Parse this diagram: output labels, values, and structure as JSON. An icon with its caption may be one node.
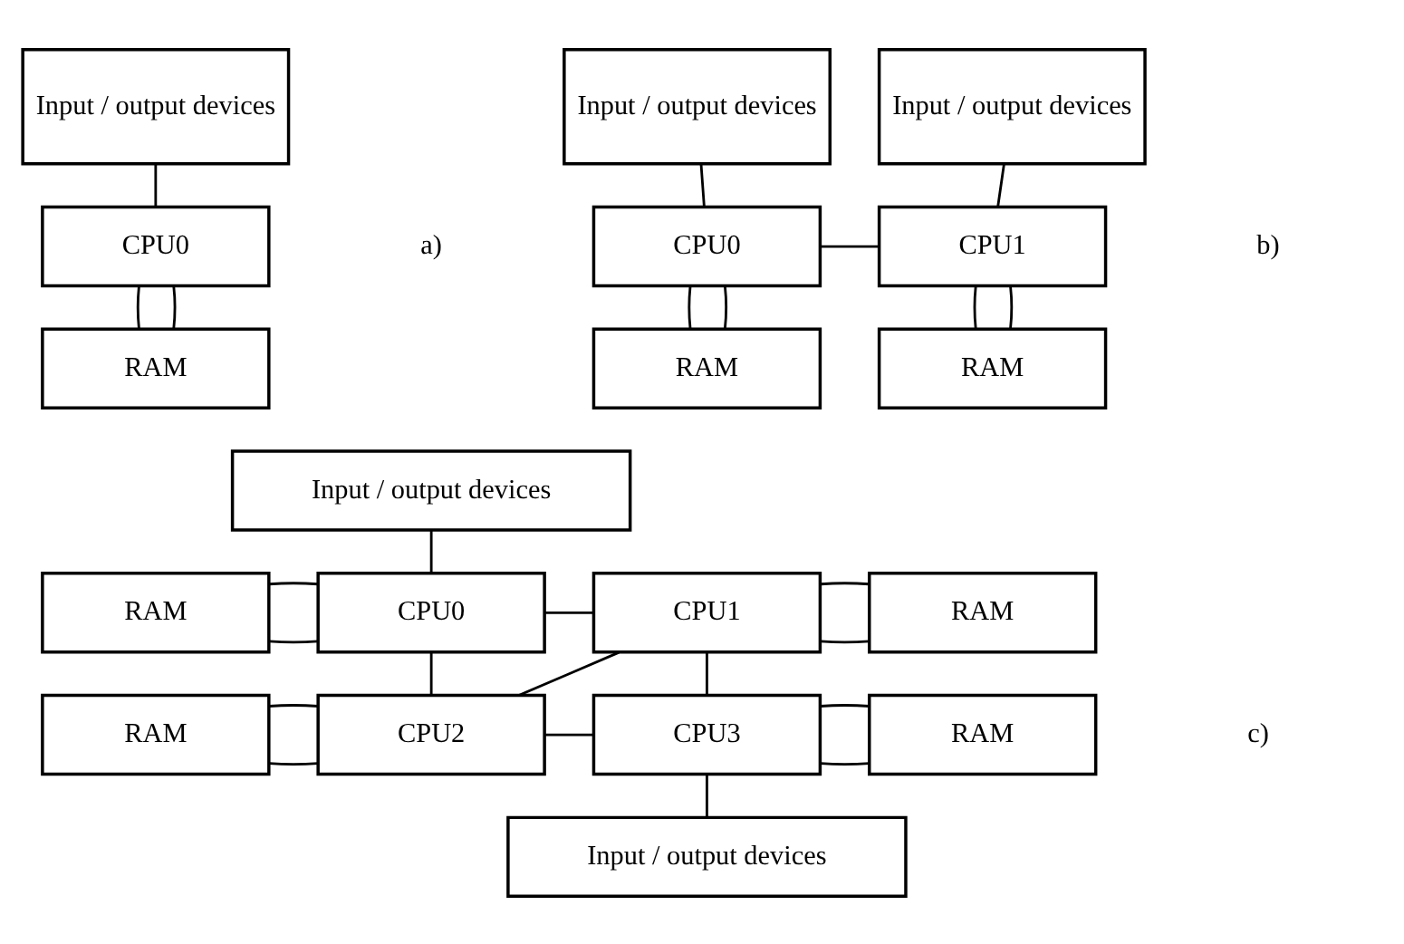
{
  "diagram": {
    "nodes": [
      {
        "text": [
          "Input / output devices"
        ]
      },
      {
        "text": [
          "CPU0"
        ]
      },
      {
        "text": [
          "RAM"
        ]
      },
      {
        "text": [
          "Input / output devices"
        ]
      },
      {
        "text": [
          "Input / output devices"
        ]
      },
      {
        "text": [
          "CPU0"
        ]
      },
      {
        "text": [
          "CPU1"
        ]
      },
      {
        "text": [
          "RAM"
        ]
      },
      {
        "text": [
          "RAM"
        ]
      },
      {
        "text": [
          "Input / output devices"
        ]
      },
      {
        "text": [
          "RAM"
        ]
      },
      {
        "text": [
          "CPU0"
        ]
      },
      {
        "text": [
          "CPU1"
        ]
      },
      {
        "text": [
          "RAM"
        ]
      },
      {
        "text": [
          "RAM"
        ]
      },
      {
        "text": [
          "CPU2"
        ]
      },
      {
        "text": [
          "CPU3"
        ]
      },
      {
        "text": [
          "RAM"
        ]
      },
      {
        "text": [
          "Input / output devices"
        ]
      }
    ],
    "edges": [
      {
        "from": 0,
        "to": 1,
        "arrow": "none"
      },
      {
        "from": 1,
        "to": 2,
        "arrow": "none"
      },
      {
        "from": 1,
        "to": 2,
        "arrow": "none"
      },
      {
        "from": 3,
        "to": 5,
        "arrow": "none"
      },
      {
        "from": 4,
        "to": 6,
        "arrow": "none"
      },
      {
        "from": 5,
        "to": 6,
        "arrow": "none"
      },
      {
        "from": 5,
        "to": 7,
        "arrow": "none"
      },
      {
        "from": 5,
        "to": 7,
        "arrow": "none"
      },
      {
        "from": 6,
        "to": 8,
        "arrow": "none"
      },
      {
        "from": 6,
        "to": 8,
        "arrow": "none"
      },
      {
        "from": 9,
        "to": 11,
        "arrow": "none"
      },
      {
        "from": 10,
        "to": 11,
        "arrow": "none"
      },
      {
        "from": 10,
        "to": 11,
        "arrow": "none"
      },
      {
        "from": 11,
        "to": 12,
        "arrow": "none"
      },
      {
        "from": 12,
        "to": 13,
        "arrow": "none"
      },
      {
        "from": 12,
        "to": 13,
        "arrow": "none"
      },
      {
        "from": 11,
        "to": 15,
        "arrow": "none"
      },
      {
        "from": 12,
        "to": 15,
        "arrow": "none"
      },
      {
        "from": 12,
        "to": 16,
        "arrow": "none"
      },
      {
        "from": 14,
        "to": 15,
        "arrow": "none"
      },
      {
        "from": 14,
        "to": 15,
        "arrow": "none"
      },
      {
        "from": 15,
        "to": 16,
        "arrow": "none"
      },
      {
        "from": 16,
        "to": 17,
        "arrow": "none"
      },
      {
        "from": 16,
        "to": 17,
        "arrow": "none"
      },
      {
        "from": 16,
        "to": 18,
        "arrow": "none"
      }
    ],
    "labels": [
      "a)",
      "b)",
      "c)"
    ]
  }
}
